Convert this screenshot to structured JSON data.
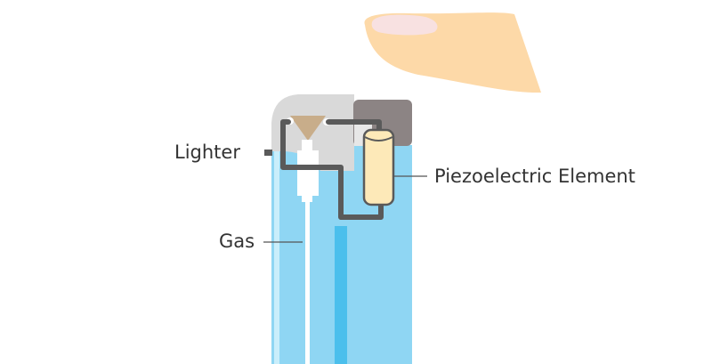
{
  "labels": {
    "lighter": "Lighter",
    "gas": "Gas",
    "piezo": "Piezoelectric Element"
  },
  "colors": {
    "body_blue": "#8fd6f3",
    "dark_blue_tube": "#4bbfec",
    "light_stripe": "#c9eefb",
    "cap_gray": "#d9d9d9",
    "button_gray": "#8c8484",
    "wire": "#5a5a5a",
    "piezo_yellow": "#fde9b8",
    "finger_skin": "#fdd9a8",
    "fingernail": "#f8e1e1",
    "flame_brown": "#c8ad8a"
  }
}
